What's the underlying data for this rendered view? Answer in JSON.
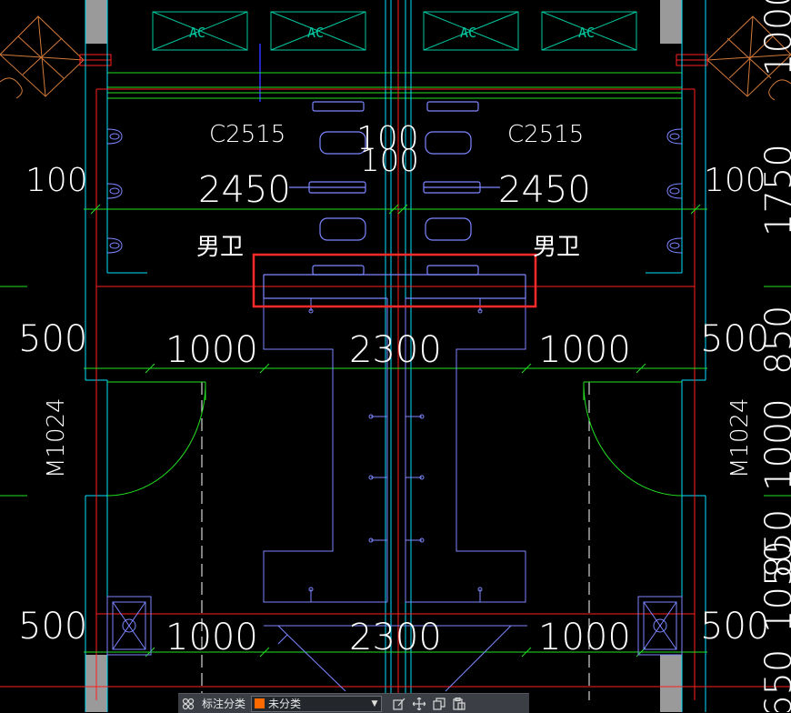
{
  "drawing": {
    "ac_units": [
      {
        "label": "AC"
      },
      {
        "label": "AC"
      },
      {
        "label": "AC"
      },
      {
        "label": "AC"
      }
    ],
    "window_tags": {
      "left": "C2515",
      "right": "C2515"
    },
    "door_tags": {
      "left": "M1024",
      "right": "M1024"
    },
    "room_labels": {
      "left": "男卫",
      "right": "男卫"
    },
    "dimensions": {
      "top_center": "100",
      "top_center_2": "100",
      "left_upper": "100",
      "right_upper": "100",
      "upper_left_width": "2450",
      "upper_right_width": "2450",
      "left_mid": "500",
      "right_mid": "500",
      "mid_row": [
        "1000",
        "2300",
        "1000"
      ],
      "left_low": "500",
      "right_low": "500",
      "low_row": [
        "1000",
        "2300",
        "1000"
      ],
      "right_edge": [
        "1000",
        "1750",
        "850",
        "1000",
        "850",
        "1050",
        "650"
      ]
    },
    "colors": {
      "background": "#000000",
      "axis_red": "#ff2020",
      "wall_cyan": "#00e0ff",
      "fixture_blue": "#7c86ff",
      "dim_green": "#22e022",
      "door_green": "#22e022",
      "highlight_box": "#ff2a2a",
      "column_gray": "#a0a0a0",
      "tree_orange": "#d27a3a"
    }
  },
  "toolbar": {
    "label": "标注分类",
    "select_value": "未分类",
    "swatch_color": "#ff6a00"
  }
}
